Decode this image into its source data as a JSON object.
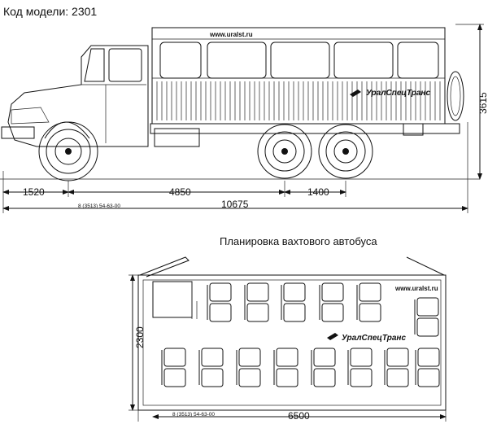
{
  "header": {
    "model_code": "Код модели: 2301"
  },
  "side_view": {
    "website": "www.uralst.ru",
    "brand": "УралСпецТранс",
    "phone": "8 (3513) 54-63-00",
    "dims": {
      "front_overhang": "1520",
      "wheelbase": "4850",
      "rear_axle_spacing": "1400",
      "total_length": "10675",
      "height": "3615"
    }
  },
  "plan_view": {
    "title": "Планировка вахтового автобуса",
    "website": "www.uralst.ru",
    "brand": "УралСпецТранс",
    "phone": "8 (3513) 54-63-00",
    "dims": {
      "length": "6500",
      "width": "2300"
    }
  }
}
